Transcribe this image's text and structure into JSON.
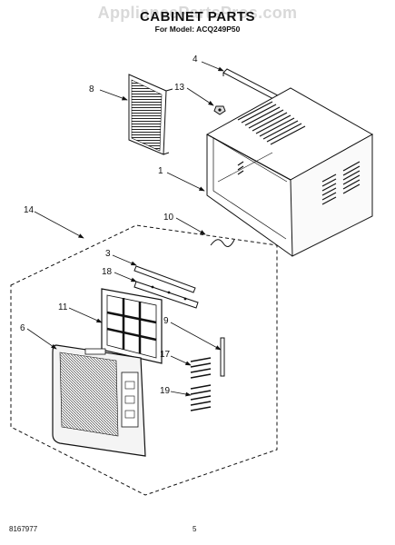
{
  "watermark": "AppliancePartsPros.com",
  "title": "CABINET PARTS",
  "subtitle": "For Model: ACQ249P50",
  "footer": {
    "doc_number": "8167977",
    "page_number": "5"
  },
  "callouts": {
    "c1": "1",
    "c3": "3",
    "c4": "4",
    "c6": "6",
    "c8": "8",
    "c9": "9",
    "c10": "10",
    "c11": "11",
    "c13": "13",
    "c14": "14",
    "c17": "17",
    "c18": "18",
    "c19": "19"
  },
  "colors": {
    "ink": "#111111",
    "panel_fill": "#f4f4f4",
    "watermark": "#aaaaaa"
  }
}
